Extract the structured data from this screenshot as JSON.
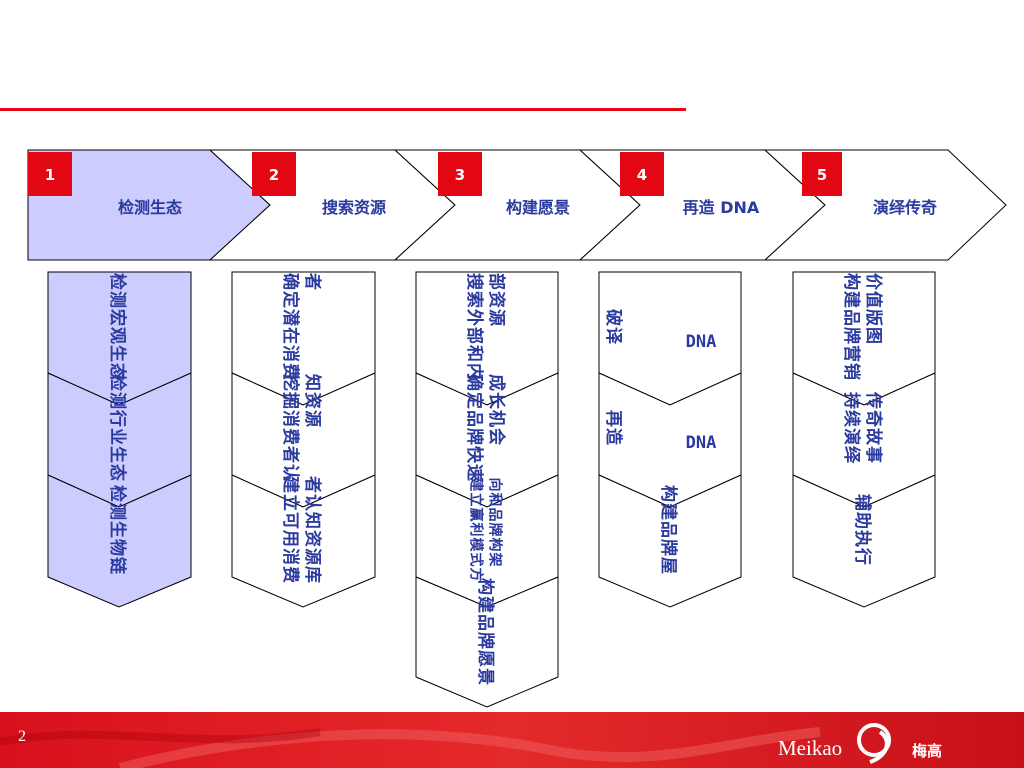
{
  "steps": [
    {
      "number": "1",
      "title": "检测生态"
    },
    {
      "number": "2",
      "title": "搜索资源"
    },
    {
      "number": "3",
      "title": "构建愿景"
    },
    {
      "number": "4",
      "title": "再造 DNA"
    },
    {
      "number": "5",
      "title": "演绎传奇"
    }
  ],
  "columns": [
    {
      "items": [
        {
          "lines": [
            "检测宏观生态"
          ]
        },
        {
          "lines": [
            "检测行业生态"
          ]
        },
        {
          "lines": [
            "检测生物链"
          ]
        }
      ]
    },
    {
      "items": [
        {
          "lines": [
            "确定潜在消费",
            "者"
          ]
        },
        {
          "lines": [
            "挖掘消费者认",
            "知资源"
          ]
        },
        {
          "lines": [
            "建立可用消费",
            "者认知资源库"
          ]
        }
      ]
    },
    {
      "items": [
        {
          "lines": [
            "搜索外部和内",
            "部资源"
          ]
        },
        {
          "lines": [
            "确定品牌快速",
            "成长机会"
          ]
        },
        {
          "lines": [
            "建立赢利模式方",
            "向和品牌构架"
          ]
        },
        {
          "lines": [
            "构建品牌愿景"
          ]
        }
      ]
    },
    {
      "items": [
        {
          "lines": [
            "破译"
          ],
          "suffix": "DNA"
        },
        {
          "lines": [
            "再造"
          ],
          "suffix": "DNA"
        },
        {
          "lines": [
            "构建品牌屋"
          ]
        }
      ]
    },
    {
      "items": [
        {
          "lines": [
            "构建品牌营销",
            "价值版图"
          ]
        },
        {
          "lines": [
            "持续演绎",
            "传奇故事"
          ]
        },
        {
          "lines": [
            "辅助执行"
          ]
        }
      ]
    }
  ],
  "footer": {
    "page_number": "2",
    "brand": "Meikao",
    "brand_cn": "梅高"
  },
  "colors": {
    "accent": "#e30613",
    "text": "#2b3a9e",
    "highlight": "#ccccff"
  }
}
